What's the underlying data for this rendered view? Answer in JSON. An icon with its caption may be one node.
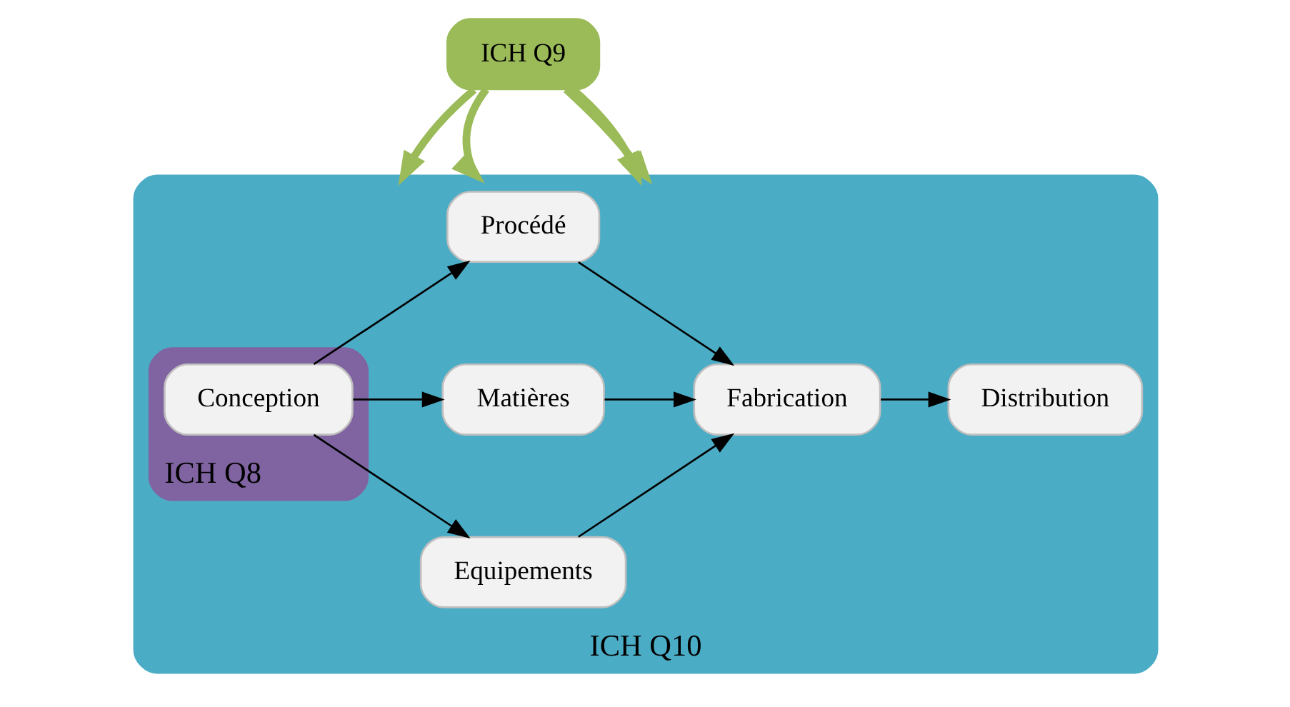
{
  "diagram": {
    "nodes": [
      {
        "text": [
          "ICH Q9"
        ]
      },
      {
        "text": [
          "ICH Q10"
        ]
      },
      {
        "text": [
          "ICH Q8"
        ],
        "in": 1
      },
      {
        "text": [
          "Conception"
        ],
        "in": 2
      },
      {
        "text": [
          "Equipements"
        ],
        "in": 1
      },
      {
        "text": [
          "Matières"
        ],
        "in": 1
      },
      {
        "text": [
          "Procédé"
        ],
        "in": 1
      },
      {
        "text": [
          "Fabrication"
        ],
        "in": 1
      },
      {
        "text": [
          "Distribution"
        ],
        "in": 1
      }
    ],
    "edges": [
      {
        "from": 0,
        "to": 1,
        "arrow": "to",
        "style": "thick",
        "color": "#9bbb59"
      },
      {
        "from": 0,
        "to": 1,
        "arrow": "to",
        "style": "thick",
        "color": "#9bbb59"
      },
      {
        "from": 0,
        "to": 1,
        "arrow": "to",
        "style": "thick",
        "color": "#9bbb59"
      },
      {
        "from": 0,
        "to": 1,
        "arrow": "to",
        "style": "thick",
        "color": "#9bbb59"
      },
      {
        "from": 3,
        "to": 4,
        "arrow": "to"
      },
      {
        "from": 3,
        "to": 5,
        "arrow": "to"
      },
      {
        "from": 3,
        "to": 6,
        "arrow": "to"
      },
      {
        "from": 4,
        "to": 7,
        "arrow": "to"
      },
      {
        "from": 5,
        "to": 7,
        "arrow": "to"
      },
      {
        "from": 6,
        "to": 7,
        "arrow": "to"
      },
      {
        "from": 7,
        "to": 8,
        "arrow": "to"
      }
    ]
  }
}
